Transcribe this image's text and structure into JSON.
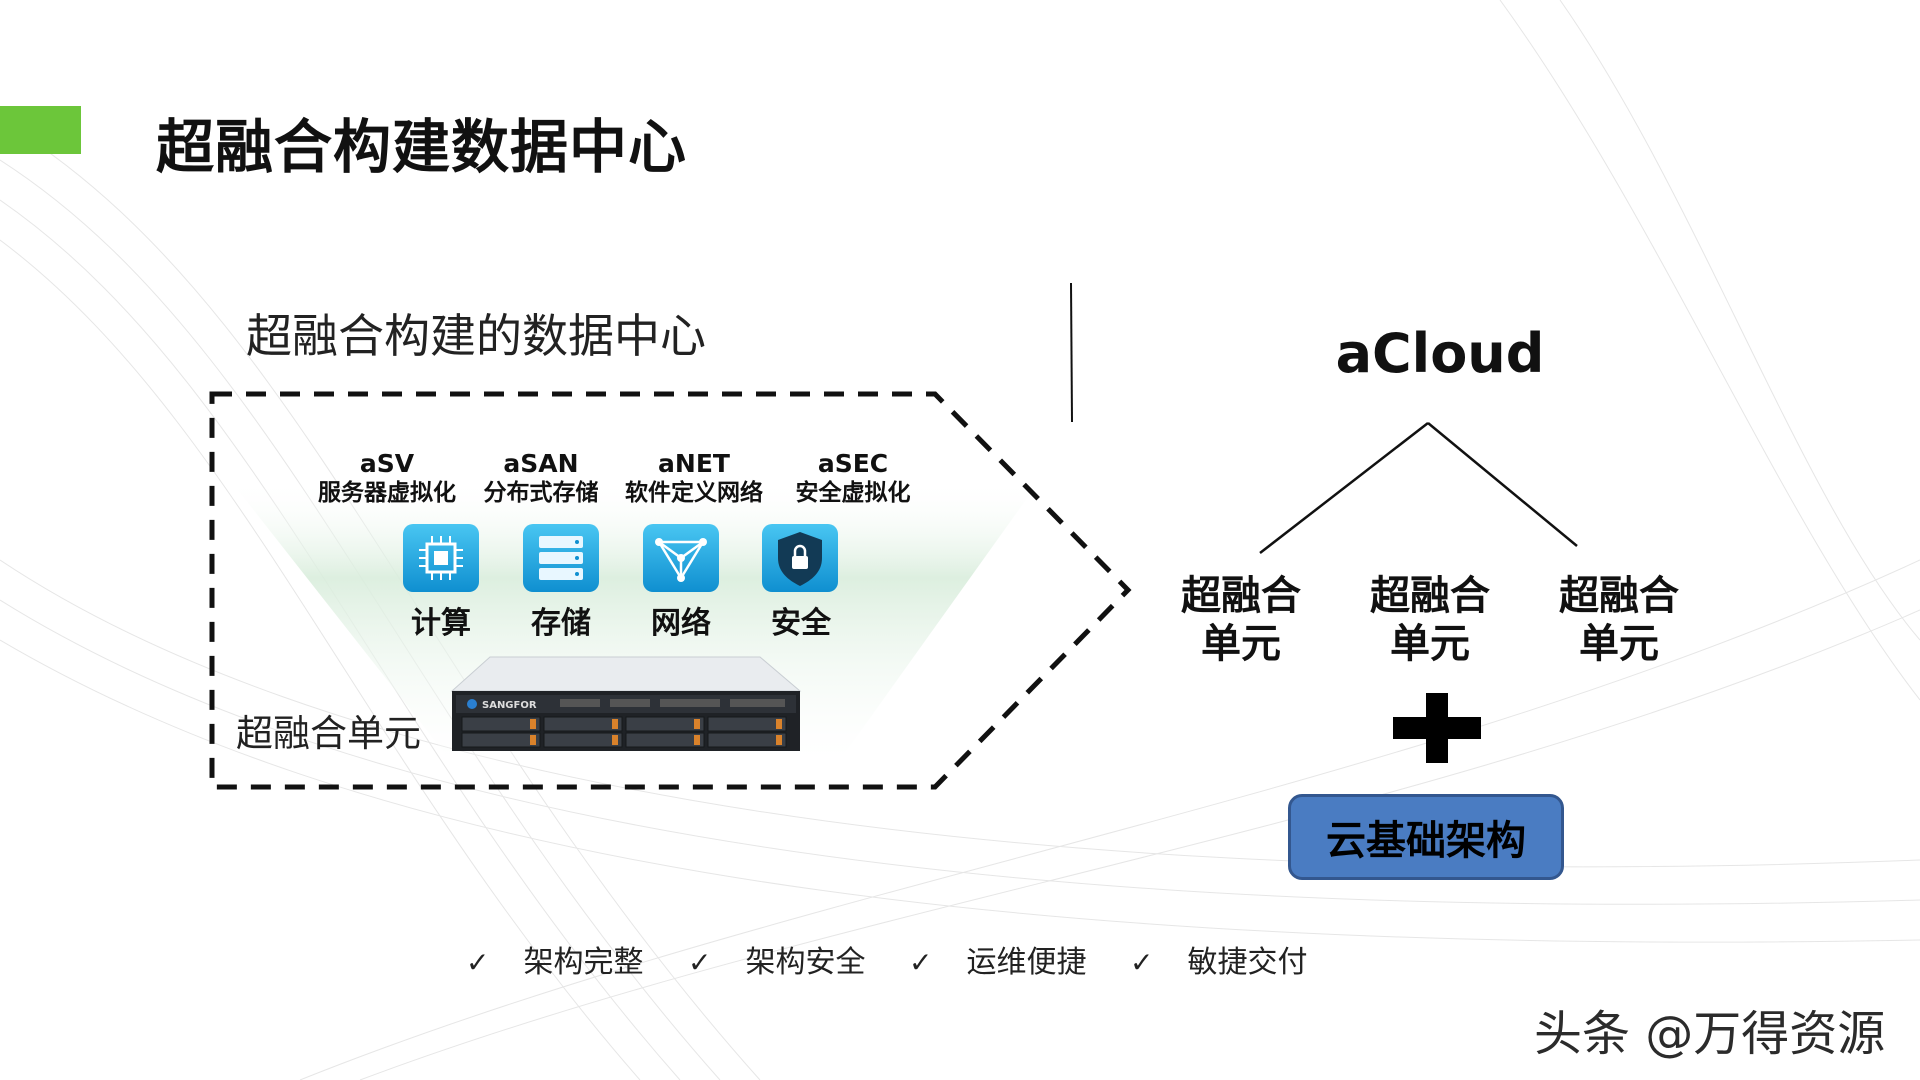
{
  "slide_title": "超融合构建数据中心",
  "left_panel": {
    "title": "超融合构建的数据中心",
    "modules": [
      {
        "code": "aSV",
        "name": "服务器虚拟化"
      },
      {
        "code": "aSAN",
        "name": "分布式存储"
      },
      {
        "code": "aNET",
        "name": "软件定义网络"
      },
      {
        "code": "aSEC",
        "name": "安全虚拟化"
      }
    ],
    "icons": [
      {
        "icon": "cpu-chip-icon",
        "label": "计算"
      },
      {
        "icon": "storage-stack-icon",
        "label": "存储"
      },
      {
        "icon": "network-topology-icon",
        "label": "网络"
      },
      {
        "icon": "shield-lock-icon",
        "label": "安全"
      }
    ],
    "unit_label": "超融合单元",
    "server_brand": "SANGFOR"
  },
  "right_panel": {
    "title": "aCloud",
    "nodes": [
      "超融合\n单元",
      "超融合\n单元",
      "超融合\n单元"
    ],
    "plus": "✚",
    "base_label": "云基础架构"
  },
  "features": [
    {
      "check": "✓",
      "label": "架构完整"
    },
    {
      "check": "✓",
      "label": "架构安全"
    },
    {
      "check": "✓",
      "label": "运维便捷"
    },
    {
      "check": "✓",
      "label": "敏捷交付"
    }
  ],
  "watermark": "头条 @万得资源",
  "colors": {
    "accent": "#6cc63a",
    "icon_blue": "#1aa6e0",
    "base_fill": "#4a7cc2",
    "base_border": "#33578f"
  }
}
